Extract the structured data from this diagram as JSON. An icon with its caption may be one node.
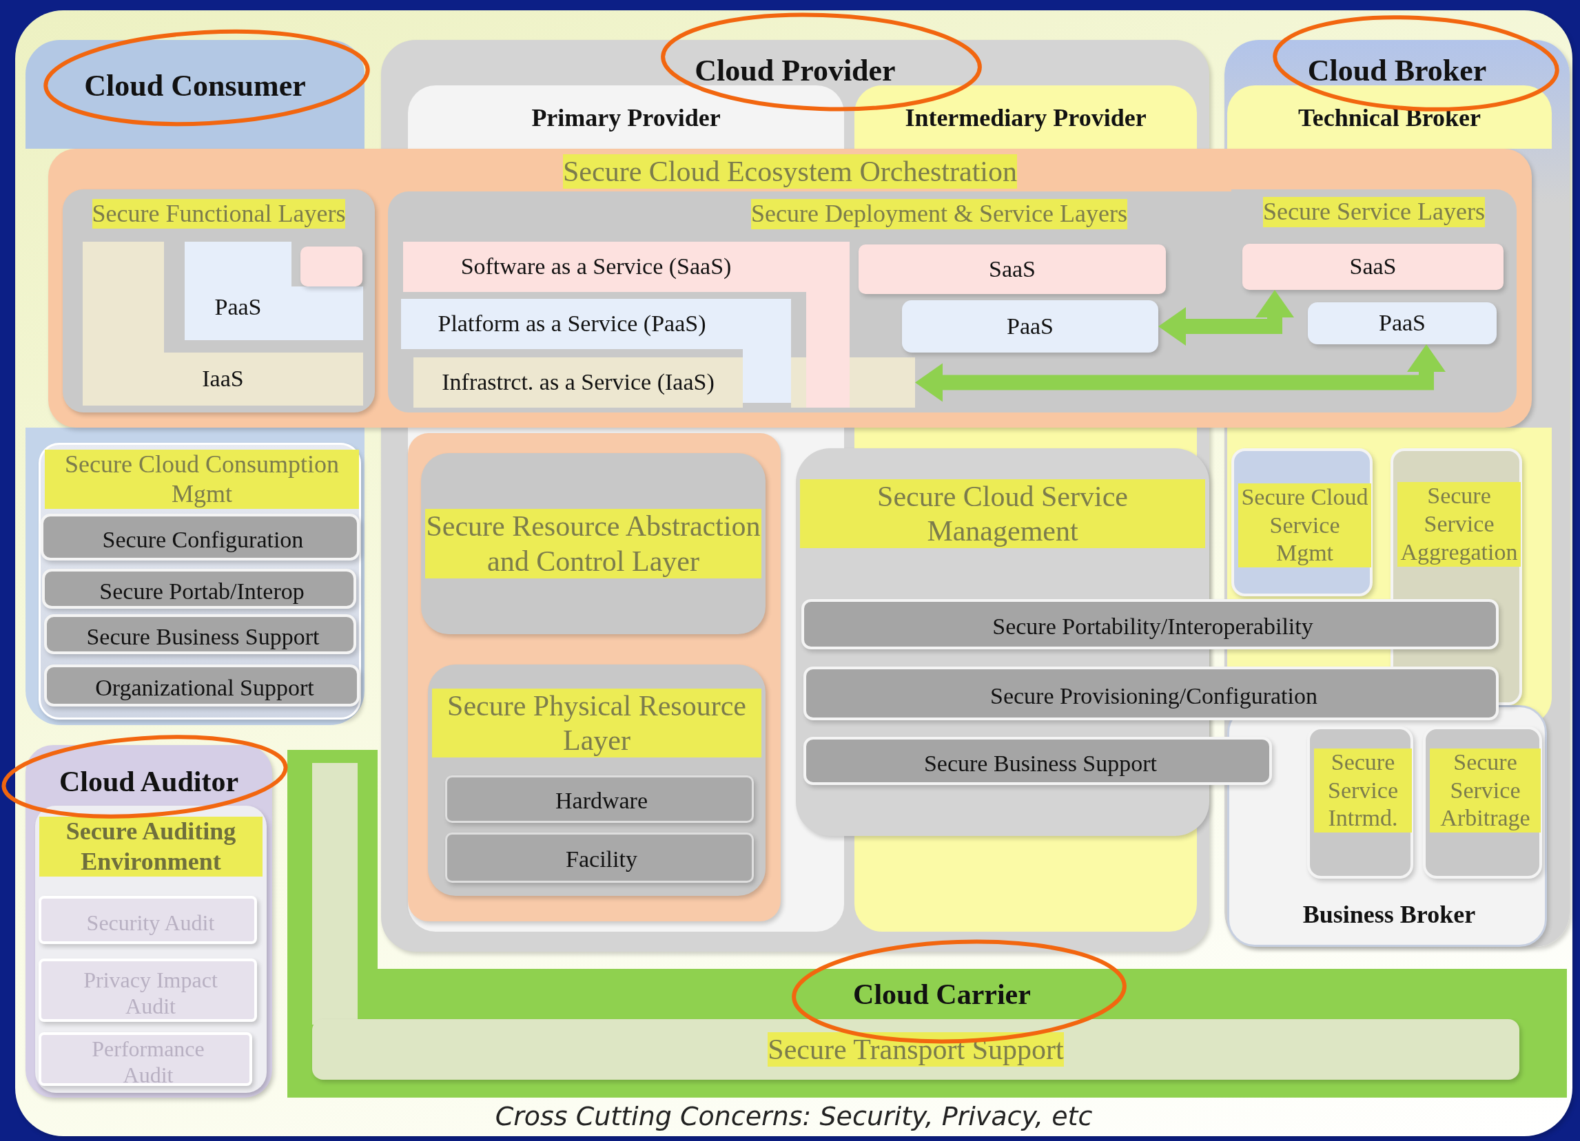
{
  "diagram": {
    "nodes": [
      {
        "text": [
          "Cross Cutting Concerns: Security, Privacy, etc"
        ]
      },
      {
        "text": [
          "Cloud Consumer"
        ],
        "in": 0
      },
      {
        "text": [
          "Cloud Provider"
        ],
        "in": 0
      },
      {
        "text": [
          "Primary Provider"
        ],
        "in": 2
      },
      {
        "text": [
          "Intermediary Provider"
        ],
        "in": 2
      },
      {
        "text": [
          "Cloud Broker"
        ],
        "in": 0
      },
      {
        "text": [
          "Technical Broker"
        ],
        "in": 5
      },
      {
        "text": [
          "Business Broker"
        ],
        "in": 5
      },
      {
        "text": [
          "Secure Cloud Ecosystem Orchestration"
        ],
        "in": 0
      },
      {
        "text": [
          "Secure Functional Layers"
        ],
        "in": 8
      },
      {
        "text": [
          "IaaS"
        ],
        "in": 9
      },
      {
        "text": [
          "PaaS"
        ],
        "in": 10
      },
      {
        "text": [],
        "shape": "box",
        "in": 11
      },
      {
        "text": [
          "Secure Deployment & Service Layers"
        ]
      },
      {
        "text": [
          "Software as a Service (SaaS)"
        ],
        "in": 13
      },
      {
        "text": [
          "Platform as a Service (PaaS)"
        ],
        "in": 14
      },
      {
        "text": [
          "Infrastrct. as a Service (IaaS)"
        ],
        "in": 13
      },
      {
        "text": [
          "SaaS"
        ],
        "in": 13
      },
      {
        "text": [
          "PaaS"
        ],
        "in": 13
      },
      {
        "text": [
          "Secure Service Layers"
        ]
      },
      {
        "text": [
          "SaaS"
        ],
        "in": 19
      },
      {
        "text": [
          "PaaS"
        ],
        "in": 19
      },
      {
        "text": [
          "Secure Cloud Consumption Mgmt"
        ],
        "in": 0
      },
      {
        "text": [
          "Secure Configuration"
        ],
        "in": 22
      },
      {
        "text": [
          "Secure Portab/Interop"
        ],
        "in": 22
      },
      {
        "text": [
          "Secure Business Support"
        ],
        "in": 22
      },
      {
        "text": [
          "Organizational Support"
        ],
        "in": 22
      },
      {
        "text": [
          "Cloud Auditor"
        ],
        "in": 0
      },
      {
        "text": [
          "Secure Auditing Environment"
        ],
        "in": 27
      },
      {
        "text": [
          "Security Audit"
        ],
        "in": 28
      },
      {
        "text": [
          "Privacy Impact Audit"
        ],
        "in": 28
      },
      {
        "text": [
          "Performance Audit"
        ],
        "in": 28
      },
      {
        "text": [],
        "shape": "box",
        "in": 2
      },
      {
        "text": [
          "Secure Resource Abstraction and Control Layer"
        ],
        "in": 32
      },
      {
        "text": [
          "Secure Physical Resource Layer"
        ],
        "in": 32
      },
      {
        "text": [
          "Hardware"
        ]
      },
      {
        "text": [
          "Facility"
        ]
      },
      {
        "text": [
          "Secure Cloud Service Management"
        ],
        "in": 2
      },
      {
        "text": [
          "Secure Portability/Interoperability"
        ],
        "in": 0
      },
      {
        "text": [
          "Secure Provisioning/Configuration"
        ],
        "in": 0
      },
      {
        "text": [
          "Secure Business Support"
        ],
        "in": 0
      },
      {
        "text": [
          "Secure Cloud Service Mgmt"
        ],
        "in": 5
      },
      {
        "text": [
          "Secure Service Aggregation"
        ],
        "in": 5
      },
      {
        "text": [
          "Secure Service Intrmd."
        ],
        "in": 7
      },
      {
        "text": [
          "Secure Service Arbitrage"
        ],
        "in": 7
      },
      {
        "text": [
          "Cloud Carrier"
        ],
        "in": 0
      },
      {
        "text": [
          "Secure Transport Support"
        ],
        "in": 45
      }
    ],
    "edges": [
      {
        "from": 18,
        "to": 20,
        "arrow": "both"
      },
      {
        "from": 16,
        "to": 21,
        "arrow": "both"
      }
    ]
  }
}
